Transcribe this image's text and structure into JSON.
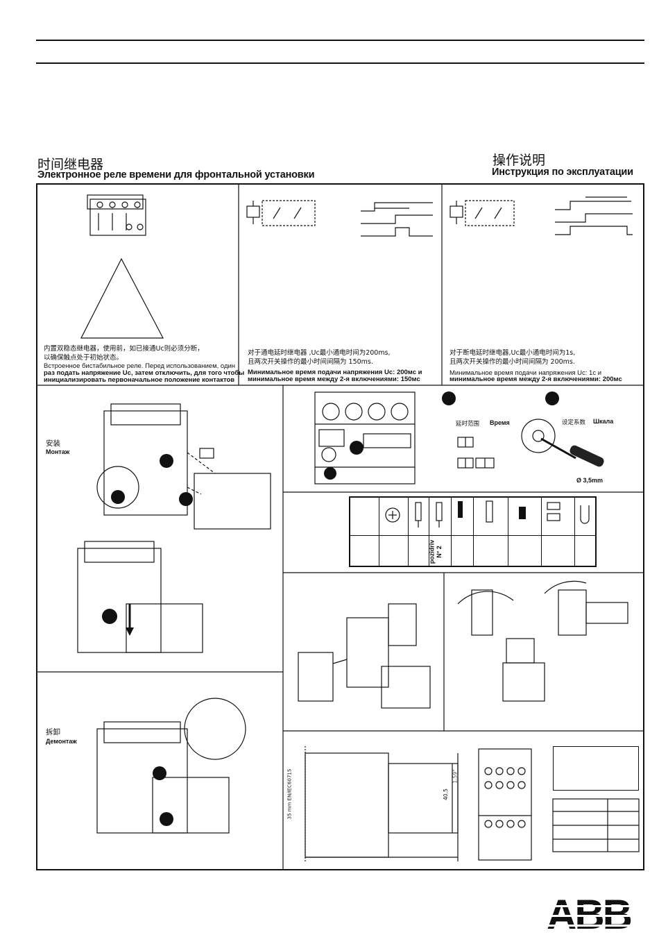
{
  "header": {
    "title_cn": "时间继电器",
    "title_ru": "Электронное реле времени для фронтальной установки",
    "doc_cn": "操作说明",
    "doc_ru": "Инструкция по эксплуатации"
  },
  "panel_bistable": {
    "note_cn_1": "内置双稳态继电器，使用前，如已接通Uc则必须分断，",
    "note_cn_2": "以确保触点处于初始状态。",
    "note_ru_1": "Встроенное бистабильное реле. Перед использованием, один",
    "note_ru_2": "раз подать напряжение Uc, затем отключить, для того  чтобы",
    "note_ru_3": "инициализировать первоначальное положение контактов"
  },
  "panel_on_delay": {
    "note_cn_1": "对于通电延时继电器 ,Uc最小通电时间为200ms,",
    "note_cn_2": "且两次开关操作的最小时间间隔为 150ms.",
    "note_ru_1": "Минимальное время подачи напряжения Uc: 200мс и",
    "note_ru_2": "минимальное время между 2-я включениями: 150мс"
  },
  "panel_off_delay": {
    "note_cn_1": "对于断电延时继电器,Uc最小通电时间为1s,",
    "note_cn_2": "且两次开关操作的最小时间间隔为 200ms.",
    "note_ru_1": "Минимальное время подачи напряжения Uc: 1с и",
    "note_ru_2": "минимальное время между 2-я включениями: 200мс"
  },
  "mounting": {
    "label_cn": "安装",
    "label_ru": "Монтаж"
  },
  "dismounting": {
    "label_cn": "拆卸",
    "label_ru": "Демонтаж"
  },
  "setting": {
    "range_cn": "延时范围",
    "range_ru": "Время",
    "scale_cn": "设定系数",
    "scale_ru": "Шкала",
    "screwdriver": "Ø 3,5mm"
  },
  "tools": {
    "pozidriv_1": "pozidriv",
    "pozidriv_2": "N° 2"
  },
  "dimensions": {
    "rail": "35 mm EN/IEC60715",
    "height": "40.5",
    "height_in": "1.59\""
  },
  "brand": {
    "logo": "ABB"
  },
  "colors": {
    "ink": "#111111",
    "background": "#ffffff"
  }
}
